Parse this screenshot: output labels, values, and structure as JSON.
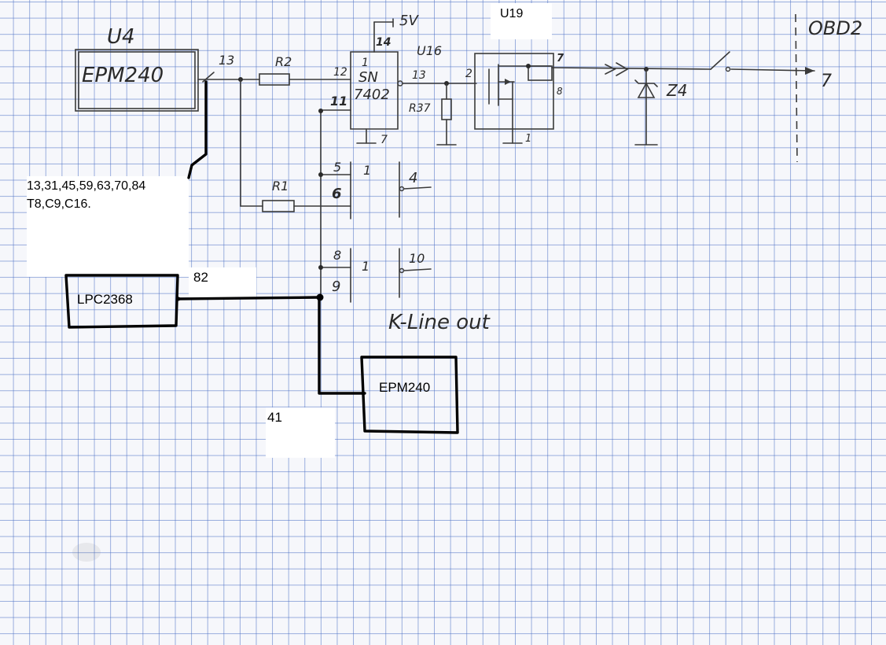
{
  "labels": {
    "u4": "U4",
    "epm_top": "EPM240",
    "pin13_left": "13",
    "r2": "R2",
    "pin14": "14",
    "pin1": "1",
    "five_v": "5V",
    "u16": "U16",
    "u19": "U19",
    "sn": "SN",
    "chip_7402": "7402",
    "pin12": "12",
    "pin11": "11",
    "pin13_mid": "13",
    "pin2": "2",
    "r37": "R37",
    "pin7_gnd": "7",
    "pin7_u19": "7",
    "pin8_u19": "8",
    "pin1_u19": "1",
    "z4": "Z4",
    "obd2": "OBD2",
    "pin7_obd": "7",
    "pin5": "5",
    "pin6": "6",
    "gate_b_1": "1",
    "pin4": "4",
    "r1": "R1",
    "pin8": "8",
    "pin9": "9",
    "gate_c_1": "1",
    "pin10": "10",
    "kline": "K-Line out"
  },
  "annotations": {
    "pins_list_1": "13,31,45,59,63,70,84",
    "pins_list_2": "T8,C9,C16.",
    "lpc": "LPC2368",
    "pin82": "82",
    "epm_bottom": "EPM240",
    "pin41": "41",
    "u19_title": "U19"
  }
}
